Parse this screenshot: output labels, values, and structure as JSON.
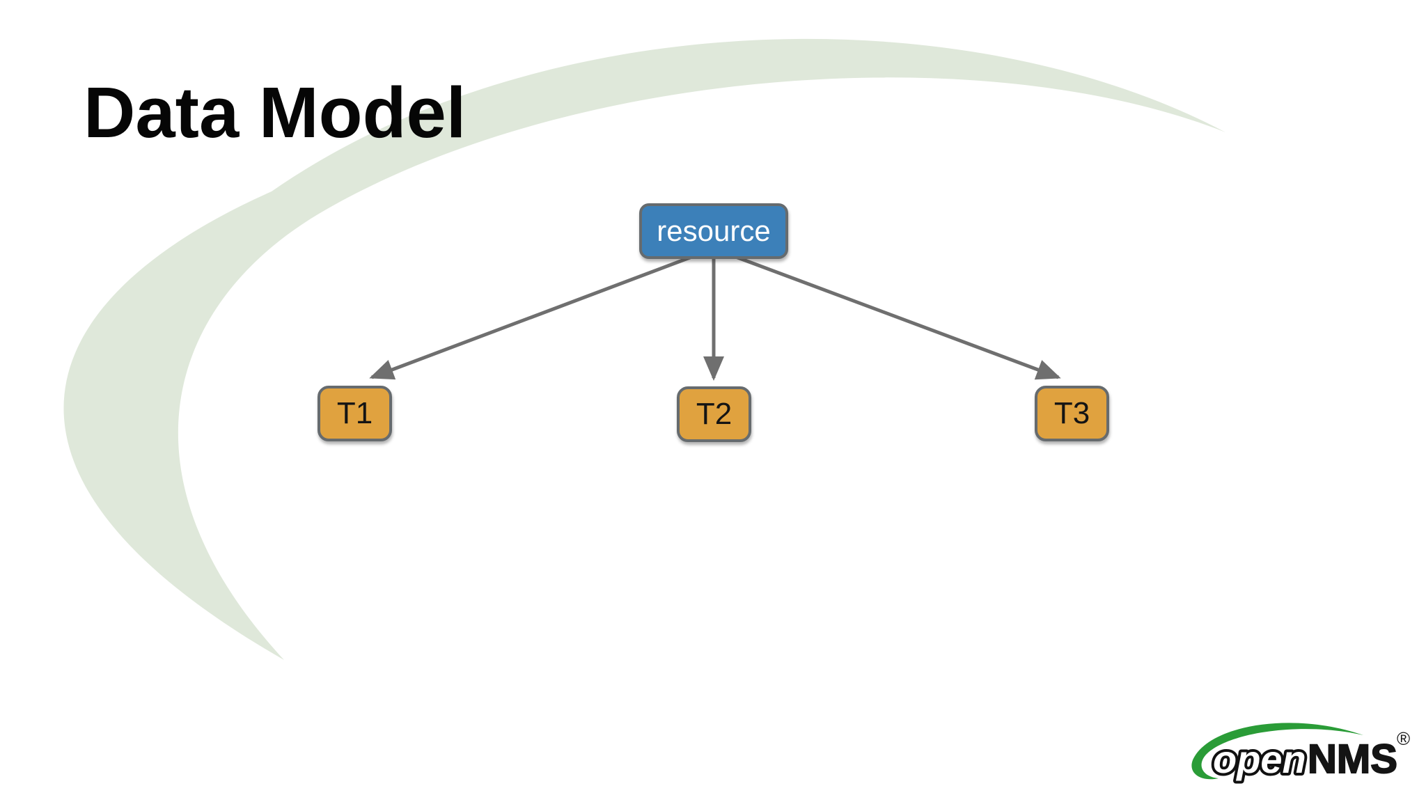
{
  "slide": {
    "title": "Data Model"
  },
  "diagram": {
    "root": {
      "label": "resource",
      "fill": "#3c80b9",
      "text_color": "#ffffff"
    },
    "children": [
      {
        "label": "T1"
      },
      {
        "label": "T2"
      },
      {
        "label": "T3"
      }
    ],
    "child_fill": "#e0a23f",
    "child_text_color": "#141414",
    "node_border_color": "#666b6e",
    "arrow_color": "#6f6f6f"
  },
  "background": {
    "swoosh_color": "#dfe8da"
  },
  "logo": {
    "open_text": "open",
    "nms_text": "NMS",
    "registered_mark": "®",
    "green": "#2a9c37",
    "icon": "opennms-swoosh-icon"
  }
}
